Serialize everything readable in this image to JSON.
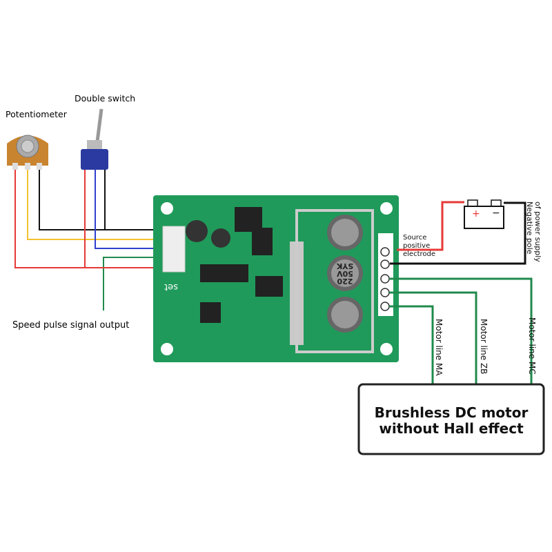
{
  "labels": {
    "potentiometer": "Potentiometer",
    "double_switch": "Double switch",
    "speed_pulse": "Speed pulse signal output",
    "source_positive": [
      "Source",
      "positive",
      "electrode"
    ],
    "negative_pole": [
      "Negative pole",
      "of power supply"
    ],
    "motor_ma": "Motor line MA",
    "motor_zb": "Motor line ZB",
    "motor_mc": "Motor line MC",
    "motor_box": [
      "Brushless DC motor",
      "without Hall effect"
    ]
  },
  "board": {
    "set_label": "set",
    "capacitor": [
      "220",
      "50V",
      "SYK"
    ],
    "battery_plus": "+",
    "battery_minus": "−"
  },
  "colors": {
    "pcb": "#1f9a5a",
    "red": "#e53935",
    "yellow": "#f2c12e",
    "blue": "#2f3fd0",
    "green": "#1f8a4c",
    "black": "#111111"
  }
}
